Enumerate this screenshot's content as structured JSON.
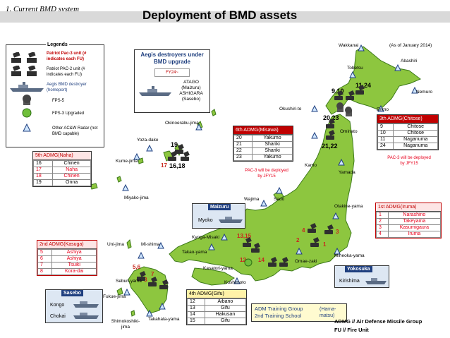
{
  "header": {
    "section": "1. Current BMD system",
    "title": "Deployment of BMD assets",
    "as_of": "(As of January 2014)"
  },
  "legend": {
    "title": "Legends",
    "items": [
      {
        "text": "Patriot Pac-3 unit (# indicates each FU)",
        "color": "#e8001c",
        "icon": "patriot-launcher-icon"
      },
      {
        "text": "Patriot PAC-2 unit (# indicates each FU)",
        "color": "#000000",
        "icon": "patriot-launcher-icon"
      },
      {
        "text": "Aegis BMD destroyer (homeport)",
        "color": "#1f3f7f",
        "icon": "destroyer-ship-icon"
      },
      {
        "text": "FPS-5",
        "color": "#000000",
        "icon": "radar-fps5-icon"
      },
      {
        "text": "FPS-3 Upgraded",
        "color": "#000000",
        "icon": "radar-fps3-icon"
      },
      {
        "text": "Other AC&W Radar (not BMD capable)",
        "color": "#000000",
        "icon": "radar-triangle-icon"
      }
    ]
  },
  "aegis_box": {
    "title": "Aegis destroyers under BMD upgrade",
    "fy": "FY24~",
    "ships": "ATAGO (Maizuru) ASHIGARA (Sasebo)"
  },
  "admg": [
    {
      "title": "5th ADMG(Naha)",
      "rows": [
        [
          "16",
          "Chinen"
        ],
        [
          "17",
          "Naha"
        ],
        [
          "18",
          "Chinen"
        ],
        [
          "19",
          "Onna"
        ]
      ],
      "red_rows": [
        1,
        2
      ]
    },
    {
      "title": "6th ADMG(Misawa)",
      "rows": [
        [
          "20",
          "Yakumo"
        ],
        [
          "21",
          "Shariki"
        ],
        [
          "22",
          "Shariki"
        ],
        [
          "23",
          "Yakumo"
        ]
      ],
      "red_rows": [],
      "note": "PAC-3 will be deployed by JFY15"
    },
    {
      "title": "3th ADMG(Chitose)",
      "rows": [
        [
          "9",
          "Chitose"
        ],
        [
          "10",
          "Chitose"
        ],
        [
          "11",
          "Naganuma"
        ],
        [
          "24",
          "Naganuma"
        ]
      ],
      "red_rows": [],
      "note": "PAC-3 will be deployed by JFY15"
    },
    {
      "title": "1st ADMG(Iruma)",
      "rows": [
        [
          "1",
          "Narashino"
        ],
        [
          "2",
          "Takeyama"
        ],
        [
          "3",
          "Kasumigaura"
        ],
        [
          "4",
          "Iruma"
        ]
      ],
      "red_rows": [
        0,
        1,
        2,
        3
      ]
    },
    {
      "title": "2nd ADMG(Kasuga)",
      "rows": [
        [
          "5",
          "Ashiya"
        ],
        [
          "6",
          "Ashiya"
        ],
        [
          "7",
          "Tsuiki"
        ],
        [
          "8",
          "Kora-dai"
        ]
      ],
      "red_rows": [
        0,
        1,
        2,
        3
      ]
    },
    {
      "title": "4th ADMG(Gifu)",
      "rows": [
        [
          "12",
          "Aibano"
        ],
        [
          "13",
          "Gifu"
        ],
        [
          "14",
          "Hakusan"
        ],
        [
          "15",
          "Gifu"
        ]
      ],
      "red_rows": []
    }
  ],
  "training": {
    "line1": "ADM Training Group",
    "line2": "2nd Training School",
    "place": "(Hama-matsu)"
  },
  "ports": [
    {
      "name": "Maizuru",
      "ship": "Myoko"
    },
    {
      "name": "Yokosuka",
      "ship": "Kirishima"
    },
    {
      "name": "Sasebo",
      "ship1": "Kongo",
      "ship2": "Chokai"
    }
  ],
  "places": {
    "wakkanai": "Wakkanai",
    "abashiri": "Abashiri",
    "tobetsu": "Tobetsu",
    "nemuro": "Nemuro",
    "erimo": "Erimo",
    "okushiri": "Okushiri-to",
    "ominato": "Ominato",
    "kamo": "Kamo",
    "yamada": "Yamada",
    "sado": "Sado",
    "wajima": "Wajima",
    "otakine": "Otakine-yama",
    "kyoga": "Kyoga-Misaki",
    "takao": "Takao-yama",
    "kasatori": "Kasatori-yama",
    "omaezaki": "Omae-zaki",
    "mineoka": "Mineoka-yama",
    "kushimoto": "Kushimoto",
    "uni": "Uni-jima",
    "mishima": "Mi-shima",
    "seburi": "Seburi-yama",
    "fukue": "Fukue-jima",
    "shimokoshiki": "Shimokoshiki-jima",
    "takahata": "Takahata-yama",
    "yozadake": "Yoza-dake",
    "kumejima": "Kume-jima",
    "okinoerabu": "Okinoerabu-jima",
    "miyako": "Miyako-jima"
  },
  "pins": {
    "p910": "9,10",
    "p1124": "11,24",
    "p2023": "20,23",
    "p2122": "21,22",
    "p19": "19",
    "p17": "17",
    "p1618": "16,18",
    "p1315": "13,15",
    "p12": "12",
    "p14": "14",
    "p4": "4",
    "p3": "3",
    "p2": "2",
    "p1": "1",
    "p56": "5,6",
    "p7": "7",
    "p8": "8"
  },
  "footer": {
    "line1": "ADMG // Air Defense Missile Group",
    "line2": "FU // Fire Unit"
  },
  "colors": {
    "title_bar": "#d9d9d9",
    "land": "#8dc63f",
    "land_edge": "#3d7a1a",
    "pac3": "#e8001c",
    "aegis": "#1f3f7f",
    "note": "#e8001c"
  }
}
